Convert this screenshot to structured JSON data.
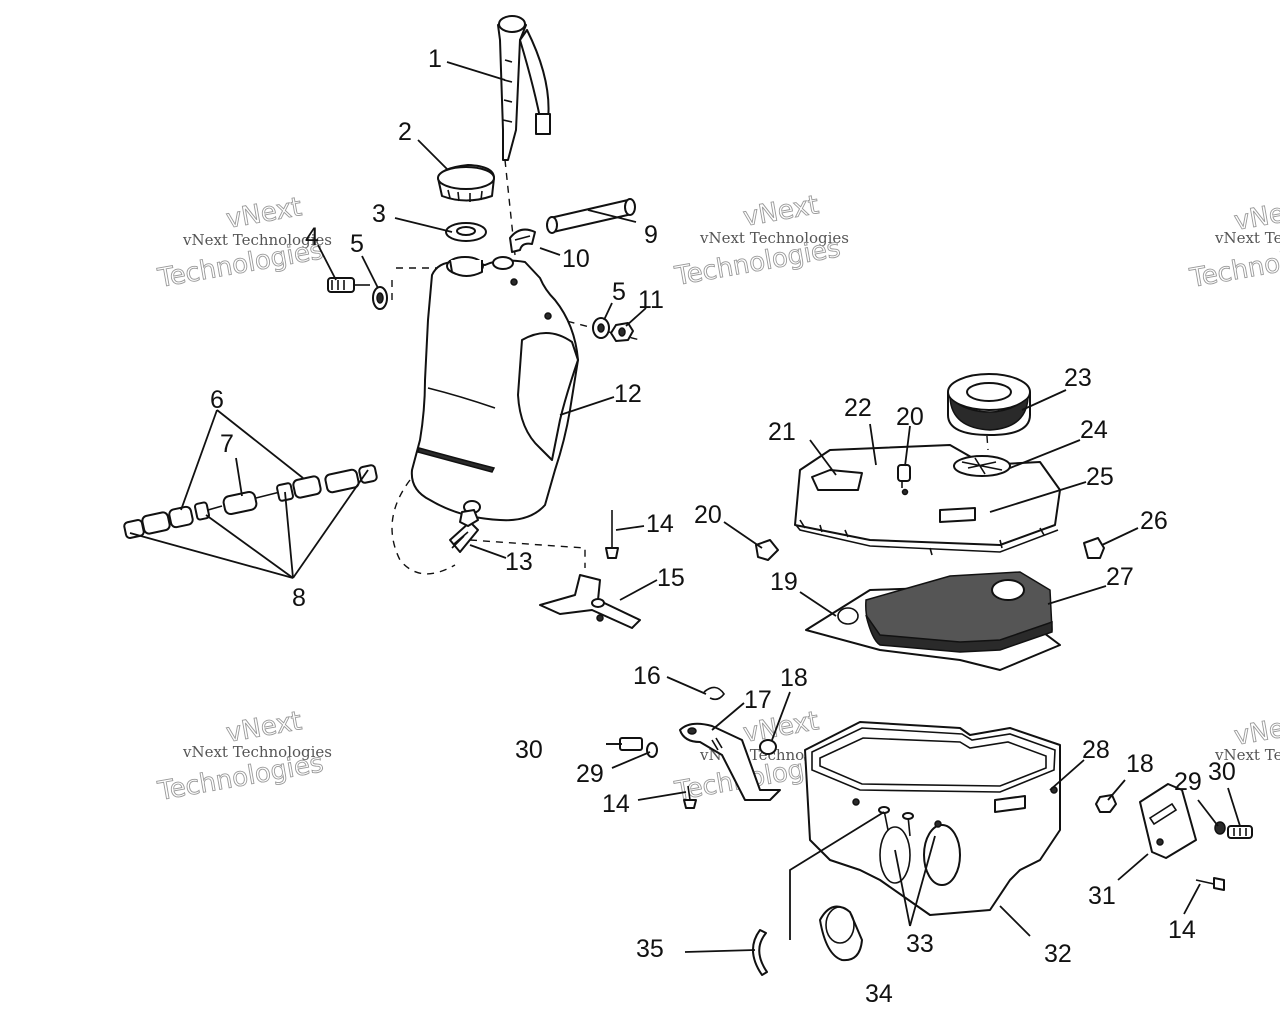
{
  "callouts": [
    {
      "id": "c1",
      "text": "1"
    },
    {
      "id": "c2",
      "text": "2"
    },
    {
      "id": "c3",
      "text": "3"
    },
    {
      "id": "c4",
      "text": "4"
    },
    {
      "id": "c5a",
      "text": "5"
    },
    {
      "id": "c5b",
      "text": "5"
    },
    {
      "id": "c6",
      "text": "6"
    },
    {
      "id": "c7",
      "text": "7"
    },
    {
      "id": "c8",
      "text": "8"
    },
    {
      "id": "c9",
      "text": "9"
    },
    {
      "id": "c10",
      "text": "10"
    },
    {
      "id": "c11",
      "text": "11"
    },
    {
      "id": "c12",
      "text": "12"
    },
    {
      "id": "c13",
      "text": "13"
    },
    {
      "id": "c14a",
      "text": "14"
    },
    {
      "id": "c14b",
      "text": "14"
    },
    {
      "id": "c14c",
      "text": "14"
    },
    {
      "id": "c15",
      "text": "15"
    },
    {
      "id": "c16",
      "text": "16"
    },
    {
      "id": "c17",
      "text": "17"
    },
    {
      "id": "c18a",
      "text": "18"
    },
    {
      "id": "c18b",
      "text": "18"
    },
    {
      "id": "c19",
      "text": "19"
    },
    {
      "id": "c20a",
      "text": "20"
    },
    {
      "id": "c20b",
      "text": "20"
    },
    {
      "id": "c21",
      "text": "21"
    },
    {
      "id": "c22",
      "text": "22"
    },
    {
      "id": "c23",
      "text": "23"
    },
    {
      "id": "c24",
      "text": "24"
    },
    {
      "id": "c25",
      "text": "25"
    },
    {
      "id": "c26",
      "text": "26"
    },
    {
      "id": "c27",
      "text": "27"
    },
    {
      "id": "c28",
      "text": "28"
    },
    {
      "id": "c29a",
      "text": "29"
    },
    {
      "id": "c29b",
      "text": "29"
    },
    {
      "id": "c30a",
      "text": "30"
    },
    {
      "id": "c30b",
      "text": "30"
    },
    {
      "id": "c31",
      "text": "31"
    },
    {
      "id": "c32",
      "text": "32"
    },
    {
      "id": "c33",
      "text": "33"
    },
    {
      "id": "c34",
      "text": "34"
    },
    {
      "id": "c35",
      "text": "35"
    }
  ],
  "watermark": {
    "line1": "vNext Technologies",
    "word1": "vNext",
    "word2": "Technologies"
  },
  "colors": {
    "ink": "#111111",
    "watermark": "#9a9a9a",
    "background": "#ffffff"
  }
}
